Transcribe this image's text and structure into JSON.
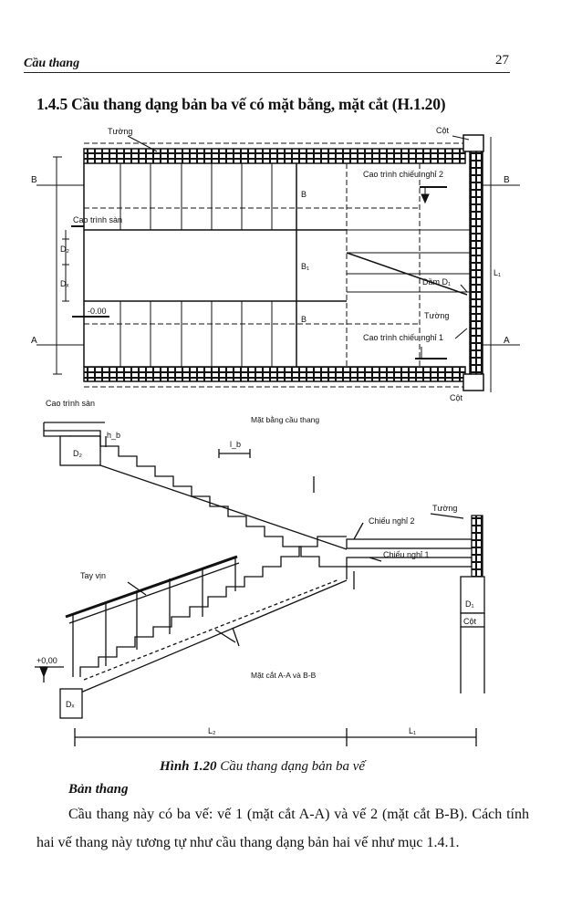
{
  "header": {
    "section": "Cầu thang",
    "page_number": "27"
  },
  "heading": "1.4.5 Cầu thang dạng bản ba vế có mặt bằng, mặt cắt (H.1.20)",
  "plan": {
    "label_tuong_top": "Tường",
    "label_cot_top": "Cột",
    "label_B_left": "B",
    "label_B_right": "B",
    "label_A_left": "A",
    "label_A_right": "A",
    "label_cao_trinh_nghi_2": "Cao trình chiếu nghỉ 2",
    "label_cao_trinh_san": "Cao trình sàn",
    "label_D2": "D₂",
    "label_Dx": "Dₓ",
    "label_B_top": "B",
    "label_B1": "B₁",
    "label_B_bot": "B",
    "label_dam_D1": "Dầm D₁",
    "label_L1_side": "L₁",
    "label_tuong_right": "Tường",
    "label_zero": "-0.00",
    "label_cao_trinh_nghi_1": "Cao trình chiếu nghỉ 1",
    "label_cot_bottom": "Cột",
    "caption": "Mặt bằng cầu thang"
  },
  "section": {
    "label_cao_trinh_san": "Cao trình sàn",
    "label_hb": "h_b",
    "label_lb": "l_b",
    "label_D2": "D₂",
    "label_chieu_nghi_2": "Chiếu nghỉ 2",
    "label_tuong": "Tường",
    "label_chieu_nghi_1": "Chiếu nghỉ 1",
    "label_tay_vin": "Tay vịn",
    "label_D1": "D₁",
    "label_cot": "Cột",
    "label_zero": "+0,00",
    "label_Dx": "Dₓ",
    "caption": "Mặt cắt A-A và B-B",
    "dim_L2": "L₂",
    "dim_L1": "L₁"
  },
  "figure_caption": {
    "number": "Hình 1.20",
    "text": "Cầu thang dạng bản ba vế"
  },
  "subheading": "Bản thang",
  "paragraph_1": "Cầu thang này có ba vế: vế 1 (mặt cắt A-A) và vế 2 (mặt cắt B-B). Cách tính hai vế thang này tương tự như cầu thang dạng bản hai vế như mục 1.4.1."
}
